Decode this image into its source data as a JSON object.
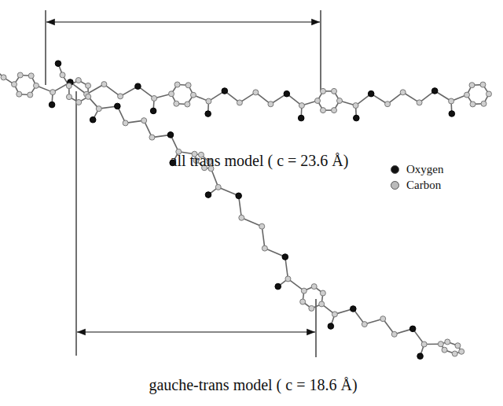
{
  "diagram": {
    "labels": [
      "all trans model ( c = 23.6 Å)",
      "gauche-trans model ( c = 18.6 Å)"
    ],
    "legend": [
      {
        "text": "Oxygen",
        "color": "#111111"
      },
      {
        "text": "Carbon",
        "color": "#bbbbbb"
      }
    ]
  }
}
